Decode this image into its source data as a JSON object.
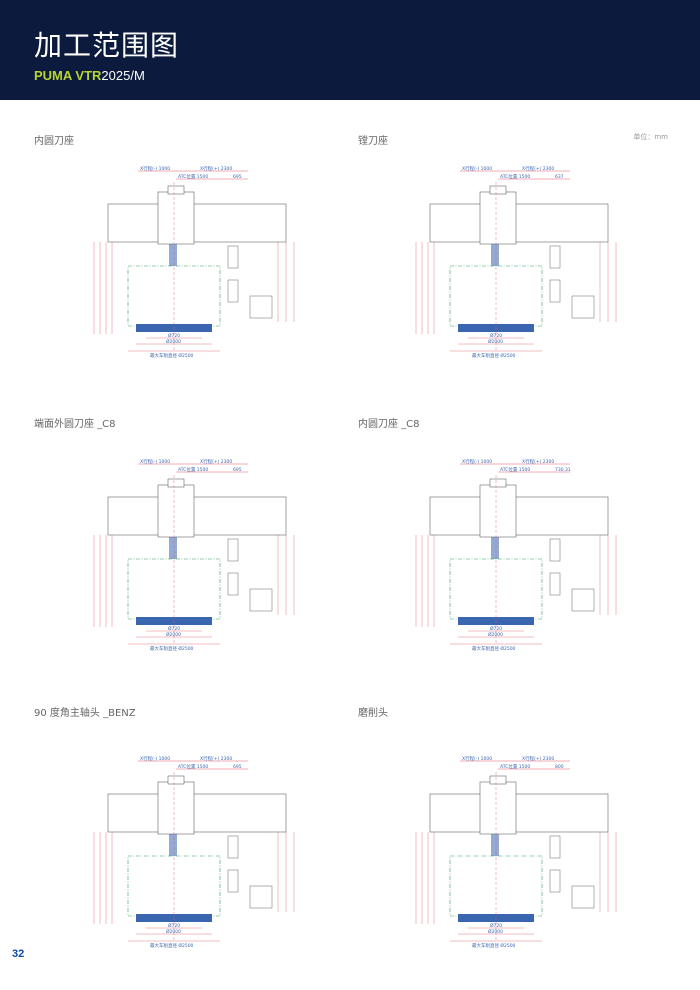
{
  "header": {
    "title": "加工范围图",
    "model_highlight": "PUMA VTR",
    "model_rest": "2025/M"
  },
  "unit_label": "单位：mm",
  "page_number": "32",
  "sections": [
    {
      "caption": "内圆刀座",
      "dims": {
        "x_minus": "X行程(-) 1000",
        "x_plus": "X行程(+) 2300",
        "atc": "ATC位置 1500",
        "offset": "695",
        "d1": "Ø720",
        "d2": "Ø2000",
        "d3": "最大车削直径 Ø2500"
      }
    },
    {
      "caption": "镗刀座",
      "dims": {
        "x_minus": "X行程(-) 1000",
        "x_plus": "X行程(+) 2300",
        "atc": "ATC位置 1500",
        "offset": "637",
        "d1": "Ø720",
        "d2": "Ø2000",
        "d3": "最大车削直径 Ø2500"
      }
    },
    {
      "caption": "端面外圆刀座 _C8",
      "dims": {
        "x_minus": "X行程(-) 1000",
        "x_plus": "X行程(+) 2300",
        "atc": "ATC位置 1500",
        "offset": "695",
        "d1": "Ø720",
        "d2": "Ø2000",
        "d3": "最大车削直径 Ø2500"
      }
    },
    {
      "caption": "内圆刀座 _C8",
      "dims": {
        "x_minus": "X行程(-) 1000",
        "x_plus": "X行程(+) 2300",
        "atc": "ATC位置 1500",
        "offset": "730.31",
        "d1": "Ø720",
        "d2": "Ø2000",
        "d3": "最大车削直径 Ø2500"
      }
    },
    {
      "caption": "90 度角主轴头 _BENZ",
      "dims": {
        "x_minus": "X行程(-) 1000",
        "x_plus": "X行程(+) 2300",
        "atc": "ATC位置 1500",
        "offset": "695",
        "d1": "Ø720",
        "d2": "Ø2000",
        "d3": "最大车削直径 Ø2500"
      }
    },
    {
      "caption": "磨削头",
      "dims": {
        "x_minus": "X行程(-) 1000",
        "x_plus": "X行程(+) 2300",
        "atc": "ATC位置 1500",
        "offset": "800",
        "d1": "Ø720",
        "d2": "Ø2000",
        "d3": "最大车削直径 Ø2500"
      }
    }
  ]
}
